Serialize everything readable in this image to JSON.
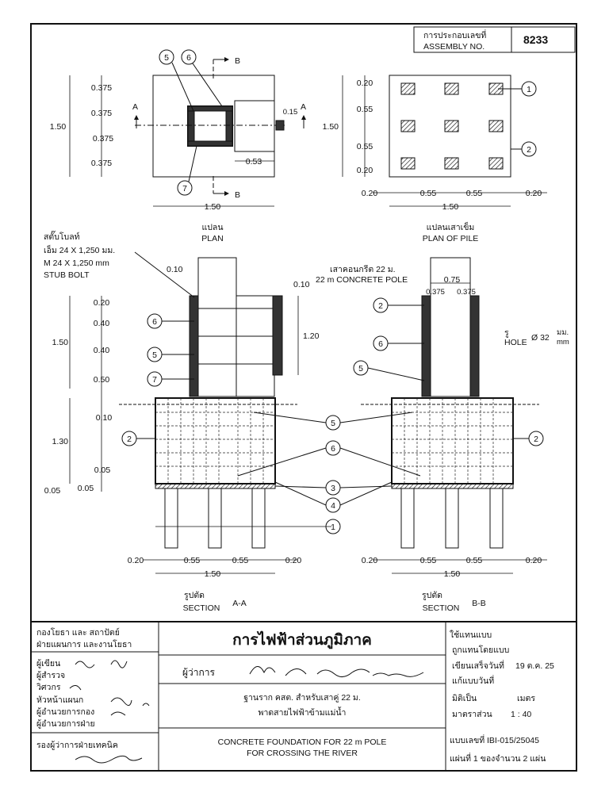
{
  "assembly": {
    "label_th": "การประกอบเลขที่",
    "label_en": "ASSEMBLY NO.",
    "number": "8233"
  },
  "plan": {
    "title_th": "แปลน",
    "title_en": "PLAN",
    "dims_left": [
      "0.375",
      "0.375",
      "0.375",
      "0.375"
    ],
    "overall_left": "1.50",
    "overall_bottom": "1.50",
    "dim_053": "0.53",
    "dim_015": "0.15",
    "section_a": "A",
    "section_b": "B"
  },
  "plan_pile": {
    "title_th": "แปลนเสาเข็ม",
    "title_en": "PLAN OF PILE",
    "dims_left": [
      "0.20",
      "0.55",
      "0.55",
      "0.20"
    ],
    "overall_left": "1.50",
    "dims_bottom": [
      "0.20",
      "0.55",
      "0.55",
      "0.20"
    ],
    "overall_bottom": "1.50"
  },
  "stub_bolt": {
    "label_th": "สตั๊บโบลท์",
    "spec_th": "เอ็ม 24 X 1,250 มม.",
    "spec_en": "M  24 X 1,250 mm",
    "label_en": "STUB BOLT"
  },
  "pole": {
    "label_th": "เสาคอนกรีต 22 ม.",
    "label_en": "22 m CONCRETE POLE",
    "dim_075": "0.75",
    "dim_0375a": "0.375",
    "dim_0375b": "0.375",
    "dim_010a": "0.10",
    "dim_010b": "0.10",
    "dim_120": "1.20",
    "hole_label_th": "รู",
    "hole_label_en": "HOLE",
    "hole_dia": "Ø 32",
    "hole_unit_th": "มม.",
    "hole_unit_en": "mm"
  },
  "section_aa": {
    "title_th": "รูปตัด",
    "title_en": "SECTION",
    "mark": "A-A",
    "dims_left_upper": [
      "0.20",
      "0.40",
      "0.40",
      "0.50",
      "0.10"
    ],
    "overall_upper": "1.50",
    "overall_lower": "1.30",
    "dim_005a": "0.05",
    "dim_005b": "0.05",
    "dim_005c": "0.05",
    "dims_bottom": [
      "0.20",
      "0.55",
      "0.55",
      "0.20"
    ],
    "overall_bottom": "1.50"
  },
  "section_bb": {
    "title_th": "รูปตัด",
    "title_en": "SECTION",
    "mark": "B-B",
    "dims_bottom": [
      "0.20",
      "0.55",
      "0.55",
      "0.20"
    ],
    "overall_bottom": "1.50"
  },
  "callouts": [
    "1",
    "2",
    "3",
    "4",
    "5",
    "6",
    "7"
  ],
  "title_block": {
    "dept_line1": "กองโยธา และ สถาปัตย์",
    "dept_line2": "ฝ่ายแผนการ และงานโยธา",
    "roles": [
      "ผู้เขียน",
      "ผู้สำรวจ",
      "วิศวกร",
      "หัวหน้าแผนก",
      "ผู้อำนวยการกอง",
      "ผู้อำนวยการฝ่าย"
    ],
    "deputy": "รองผู้ว่าการฝ่ายเทคนิค",
    "org": "การไฟฟ้าส่วนภูมิภาค",
    "governor_label": "ผู้ว่าการ",
    "desc_th_1": "ฐานราก คสต. สำหรับเสาคู่  22  ม.",
    "desc_th_2": "พาดสายไฟฟ้าข้ามแม่น้ำ",
    "desc_en_1": "CONCRETE FOUNDATION FOR 22 m POLE",
    "desc_en_2": "FOR CROSSING THE RIVER",
    "r_use_instead": "ใช้แทนแบบ",
    "r_replaced_by": "ถูกแทนโดยแบบ",
    "r_drawn_date_label": "เขียนเสร็จวันที่",
    "r_drawn_date": "19 ต.ค. 25",
    "r_revised_label": "แก้แบบวันที่",
    "r_unit_label": "มิติเป็น",
    "r_unit": "เมตร",
    "r_scale_label": "มาตราส่วน",
    "r_scale": "1 : 40",
    "r_drawing_no_label": "แบบเลขที่",
    "r_drawing_no": "IBI-015/25045",
    "r_sheet": "แผ่นที่  1  ของจำนวน  2  แผ่น"
  }
}
